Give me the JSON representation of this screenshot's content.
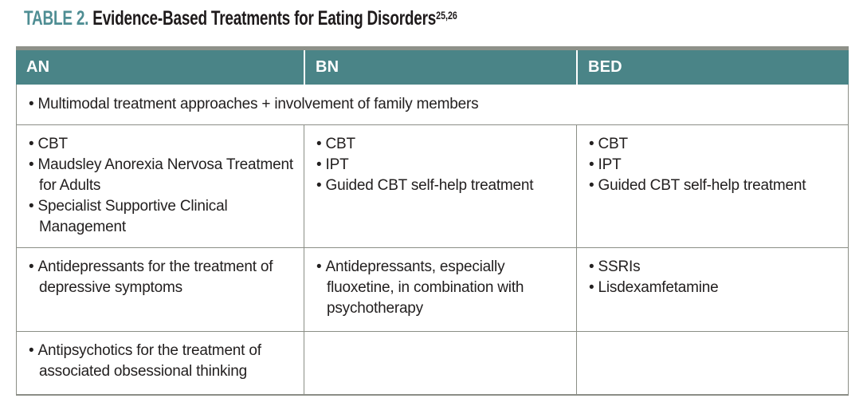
{
  "colors": {
    "teal": "#4A8487",
    "title_teal": "#4E8D93",
    "top_bar": "#8E9189",
    "border": "#8B8E86",
    "text": "#232020"
  },
  "title": {
    "label": "TABLE 2.",
    "text": " Evidence-Based Treatments for Eating Disorders",
    "superscript": "25,26"
  },
  "table": {
    "columns": [
      "AN",
      "BN",
      "BED"
    ],
    "full_span_row": {
      "items": [
        "Multimodal treatment approaches + involvement of family members"
      ]
    },
    "rows": [
      {
        "cells": [
          {
            "items": [
              "CBT",
              "Maudsley Anorexia Nervosa Treatment for Adults",
              "Specialist Supportive Clinical Management"
            ]
          },
          {
            "items": [
              "CBT",
              "IPT",
              "Guided CBT self-help treatment"
            ]
          },
          {
            "items": [
              "CBT",
              "IPT",
              "Guided CBT self-help treatment"
            ]
          }
        ]
      },
      {
        "cells": [
          {
            "items": [
              "Antidepressants for the treatment of depressive symptoms"
            ]
          },
          {
            "items": [
              "Antidepressants, especially fluoxetine, in combination with psychotherapy"
            ]
          },
          {
            "items": [
              "SSRIs",
              "Lisdexamfetamine"
            ]
          }
        ]
      },
      {
        "cells": [
          {
            "items": [
              "Antipsychotics for the treatment of associated obsessional thinking"
            ]
          },
          {
            "items": []
          },
          {
            "items": []
          }
        ]
      }
    ]
  }
}
